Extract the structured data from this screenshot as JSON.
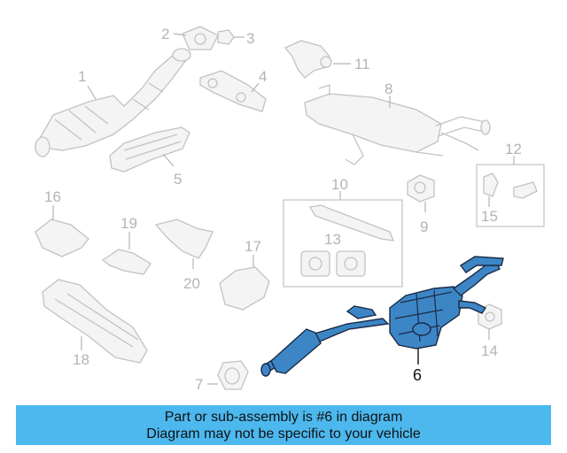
{
  "diagram": {
    "callouts": {
      "p1": "1",
      "p2": "2",
      "p3": "3",
      "p4": "4",
      "p5": "5",
      "p6": "6",
      "p7": "7",
      "p8": "8",
      "p9": "9",
      "p10": "10",
      "p11": "11",
      "p12": "12",
      "p13": "13",
      "p14": "14",
      "p15": "15",
      "p16": "16",
      "p17": "17",
      "p18": "18",
      "p19": "19",
      "p20": "20"
    },
    "highlighted_part": "6",
    "colors": {
      "highlight_fill": "#3d86c6",
      "highlight_stroke": "#1a2a45",
      "line_art": "#c2c2c2",
      "callout_text": "#b4b4b4",
      "banner_bg": "#4cb8ee"
    }
  },
  "banner": {
    "line1": "Part or sub-assembly is #6 in diagram",
    "line2": "Diagram may not be specific to your vehicle"
  }
}
